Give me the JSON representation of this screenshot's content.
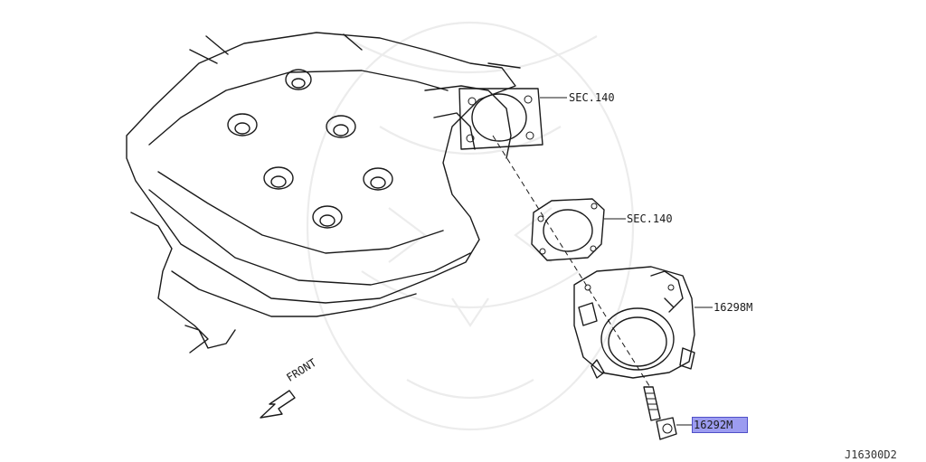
{
  "labels": {
    "sec140_upper": "SEC.140",
    "sec140_lower": "SEC.140",
    "throttle_body": "16298M",
    "bolt": "16292M",
    "front": "FRONT",
    "diagram_code": "J16300D2"
  },
  "highlight_color": "#9c9cf0"
}
